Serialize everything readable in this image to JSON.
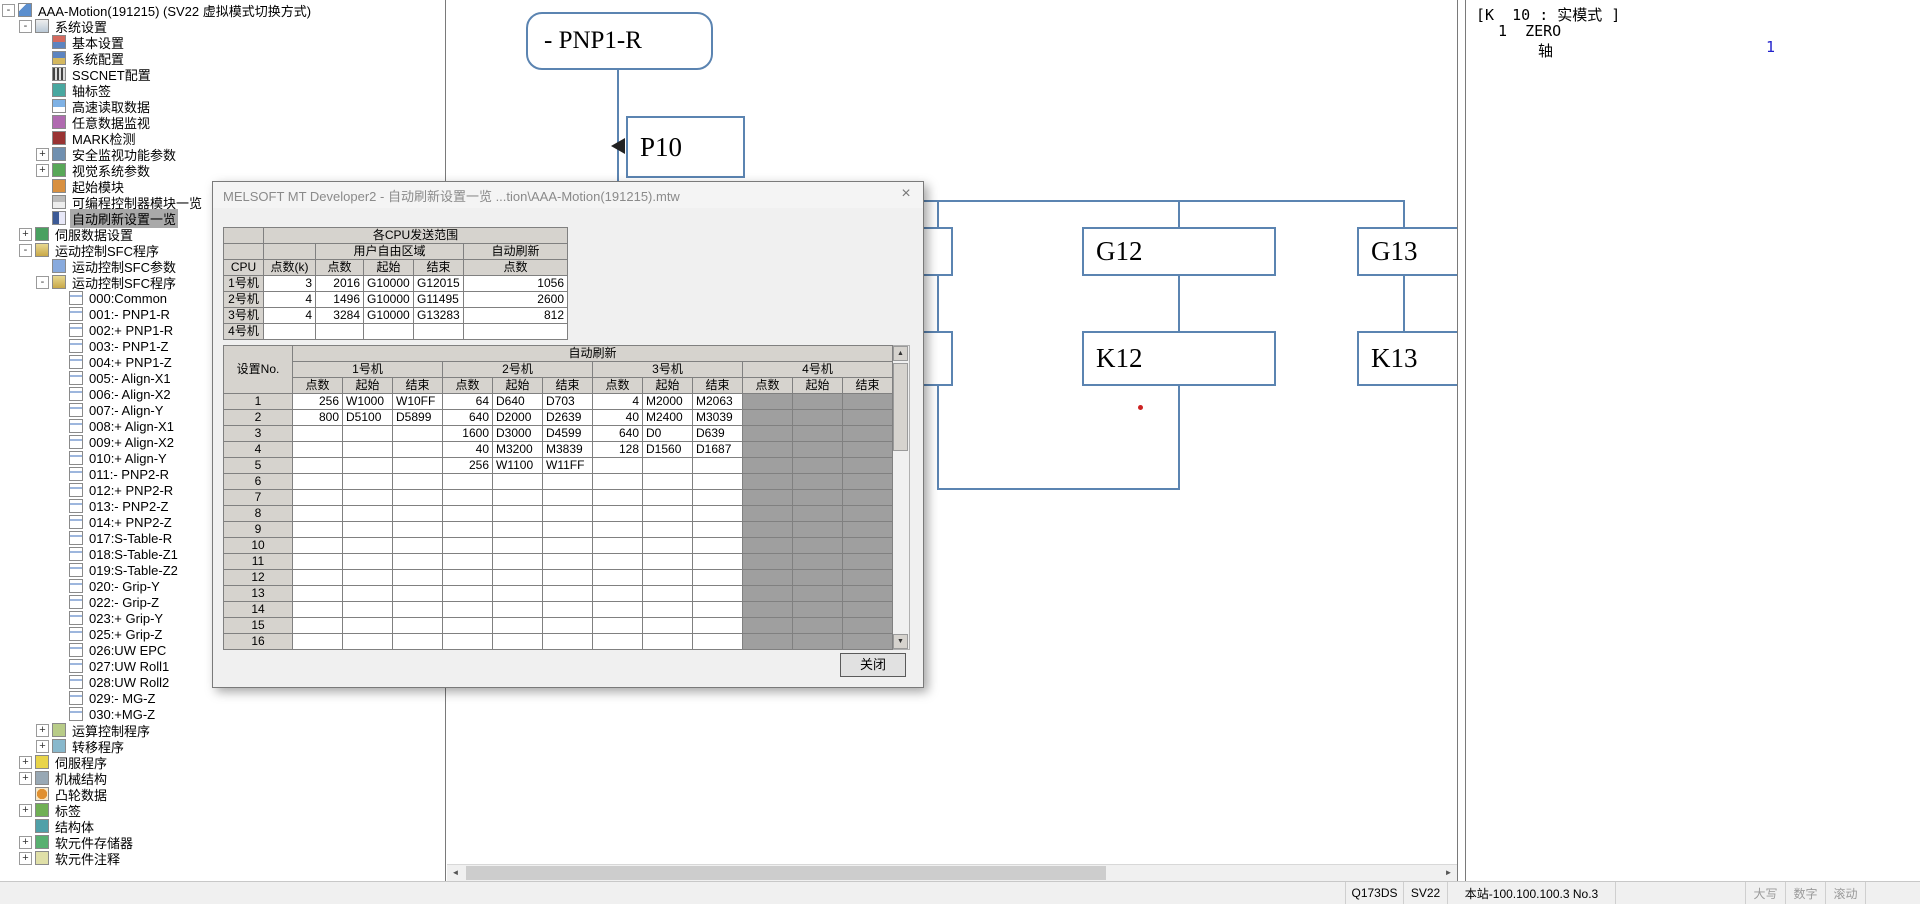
{
  "tree": {
    "expander_expanded": "-",
    "expander_collapsed": "+",
    "items": [
      {
        "label": "AAA-Motion(191215) (SV22 虚拟模式切换方式)",
        "depth": 0,
        "icon": "project",
        "exp": "minus"
      },
      {
        "label": "系统设置",
        "depth": 1,
        "icon": "folder-settings",
        "exp": "minus"
      },
      {
        "label": "基本设置",
        "depth": 2,
        "icon": "basic-settings",
        "exp": ""
      },
      {
        "label": "系统配置",
        "depth": 2,
        "icon": "system-config",
        "exp": ""
      },
      {
        "label": "SSCNET配置",
        "depth": 2,
        "icon": "sscnet",
        "exp": ""
      },
      {
        "label": "轴标签",
        "depth": 2,
        "icon": "axis-label",
        "exp": ""
      },
      {
        "label": "高速读取数据",
        "depth": 2,
        "icon": "highspeed-data",
        "exp": ""
      },
      {
        "label": "任意数据监视",
        "depth": 2,
        "icon": "data-monitor",
        "exp": ""
      },
      {
        "label": "MARK检测",
        "depth": 2,
        "icon": "mark-detect",
        "exp": ""
      },
      {
        "label": "安全监视功能参数",
        "depth": 2,
        "icon": "safety-param",
        "exp": "plus"
      },
      {
        "label": "视觉系统参数",
        "depth": 2,
        "icon": "vision-param",
        "exp": "plus"
      },
      {
        "label": "起始模块",
        "depth": 2,
        "icon": "start-module",
        "exp": ""
      },
      {
        "label": "可编程控制器模块一览",
        "depth": 2,
        "icon": "plc-module-list",
        "exp": ""
      },
      {
        "label": "自动刷新设置一览",
        "depth": 2,
        "icon": "auto-refresh-list",
        "exp": "",
        "selected": true
      },
      {
        "label": "伺服数据设置",
        "depth": 1,
        "icon": "servo-data",
        "exp": "plus"
      },
      {
        "label": "运动控制SFC程序",
        "depth": 1,
        "icon": "sfc-folder",
        "exp": "minus"
      },
      {
        "label": "运动控制SFC参数",
        "depth": 2,
        "icon": "sfc-param",
        "exp": ""
      },
      {
        "label": "运动控制SFC程序",
        "depth": 2,
        "icon": "sfc-folder",
        "exp": "minus"
      },
      {
        "label": "000:Common",
        "depth": 3,
        "icon": "sfc-program",
        "exp": ""
      },
      {
        "label": "001:- PNP1-R",
        "depth": 3,
        "icon": "sfc-program",
        "exp": ""
      },
      {
        "label": "002:+ PNP1-R",
        "depth": 3,
        "icon": "sfc-program",
        "exp": ""
      },
      {
        "label": "003:- PNP1-Z",
        "depth": 3,
        "icon": "sfc-program",
        "exp": ""
      },
      {
        "label": "004:+ PNP1-Z",
        "depth": 3,
        "icon": "sfc-program",
        "exp": ""
      },
      {
        "label": "005:- Align-X1",
        "depth": 3,
        "icon": "sfc-program",
        "exp": ""
      },
      {
        "label": "006:- Align-X2",
        "depth": 3,
        "icon": "sfc-program",
        "exp": ""
      },
      {
        "label": "007:- Align-Y",
        "depth": 3,
        "icon": "sfc-program",
        "exp": ""
      },
      {
        "label": "008:+ Align-X1",
        "depth": 3,
        "icon": "sfc-program",
        "exp": ""
      },
      {
        "label": "009:+ Align-X2",
        "depth": 3,
        "icon": "sfc-program",
        "exp": ""
      },
      {
        "label": "010:+ Align-Y",
        "depth": 3,
        "icon": "sfc-program",
        "exp": ""
      },
      {
        "label": "011:- PNP2-R",
        "depth": 3,
        "icon": "sfc-program",
        "exp": ""
      },
      {
        "label": "012:+ PNP2-R",
        "depth": 3,
        "icon": "sfc-program",
        "exp": ""
      },
      {
        "label": "013:- PNP2-Z",
        "depth": 3,
        "icon": "sfc-program",
        "exp": ""
      },
      {
        "label": "014:+ PNP2-Z",
        "depth": 3,
        "icon": "sfc-program",
        "exp": ""
      },
      {
        "label": "017:S-Table-R",
        "depth": 3,
        "icon": "sfc-program",
        "exp": ""
      },
      {
        "label": "018:S-Table-Z1",
        "depth": 3,
        "icon": "sfc-program",
        "exp": ""
      },
      {
        "label": "019:S-Table-Z2",
        "depth": 3,
        "icon": "sfc-program",
        "exp": ""
      },
      {
        "label": "020:- Grip-Y",
        "depth": 3,
        "icon": "sfc-program",
        "exp": ""
      },
      {
        "label": "022:- Grip-Z",
        "depth": 3,
        "icon": "sfc-program",
        "exp": ""
      },
      {
        "label": "023:+ Grip-Y",
        "depth": 3,
        "icon": "sfc-program",
        "exp": ""
      },
      {
        "label": "025:+ Grip-Z",
        "depth": 3,
        "icon": "sfc-program",
        "exp": ""
      },
      {
        "label": "026:UW EPC",
        "depth": 3,
        "icon": "sfc-program",
        "exp": ""
      },
      {
        "label": "027:UW Roll1",
        "depth": 3,
        "icon": "sfc-program",
        "exp": ""
      },
      {
        "label": "028:UW Roll2",
        "depth": 3,
        "icon": "sfc-program",
        "exp": ""
      },
      {
        "label": "029:- MG-Z",
        "depth": 3,
        "icon": "sfc-program",
        "exp": ""
      },
      {
        "label": "030:+MG-Z",
        "depth": 3,
        "icon": "sfc-program",
        "exp": ""
      },
      {
        "label": "运算控制程序",
        "depth": 2,
        "icon": "op-program",
        "exp": "plus"
      },
      {
        "label": "转移程序",
        "depth": 2,
        "icon": "transfer-program",
        "exp": "plus"
      },
      {
        "label": "伺服程序",
        "depth": 1,
        "icon": "servo-program",
        "exp": "plus"
      },
      {
        "label": "机械结构",
        "depth": 1,
        "icon": "mech-structure",
        "exp": "plus"
      },
      {
        "label": "凸轮数据",
        "depth": 1,
        "icon": "cam-data",
        "exp": ""
      },
      {
        "label": "标签",
        "depth": 1,
        "icon": "label",
        "exp": "plus"
      },
      {
        "label": "结构体",
        "depth": 1,
        "icon": "struct",
        "exp": ""
      },
      {
        "label": "软元件存储器",
        "depth": 1,
        "icon": "device-memory",
        "exp": "plus"
      },
      {
        "label": "软元件注释",
        "depth": 1,
        "icon": "device-comment",
        "exp": "plus"
      }
    ]
  },
  "diagram": {
    "nodes": {
      "pnp1r": "- PNP1-R",
      "p10": "P10",
      "g12": "G12",
      "g13": "G13",
      "k12": "K12",
      "k13": "K13"
    }
  },
  "dialog": {
    "title": "MELSOFT MT Developer2 - 自动刷新设置一览 ...tion\\AAA-Motion(191215).mtw",
    "close_symbol": "×",
    "close_button": "关闭",
    "cpu_table": {
      "header_top": "各CPU发送范围",
      "header_user_area": "用户自由区域",
      "header_auto_refresh": "自动刷新",
      "col_cpu": "CPU",
      "col_points_k": "点数(k)",
      "col_points": "点数",
      "col_start": "起始",
      "col_end": "结束",
      "col_refresh_points": "点数",
      "rows": [
        {
          "cpu": "1号机",
          "points_k": "3",
          "points": "2016",
          "start": "G10000",
          "end": "G12015",
          "refresh": "1056"
        },
        {
          "cpu": "2号机",
          "points_k": "4",
          "points": "1496",
          "start": "G10000",
          "end": "G11495",
          "refresh": "2600"
        },
        {
          "cpu": "3号机",
          "points_k": "4",
          "points": "3284",
          "start": "G10000",
          "end": "G13283",
          "refresh": "812"
        },
        {
          "cpu": "4号机",
          "points_k": "",
          "points": "",
          "start": "",
          "end": "",
          "refresh": ""
        }
      ]
    },
    "refresh_table": {
      "title": "自动刷新",
      "col_no": "设置No.",
      "machines": [
        "1号机",
        "2号机",
        "3号机",
        "4号机"
      ],
      "sub_cols": [
        "点数",
        "起始",
        "结束"
      ],
      "rows": [
        {
          "no": "1",
          "cells": [
            "256",
            "W1000",
            "W10FF",
            "64",
            "D640",
            "D703",
            "4",
            "M2000",
            "M2063",
            "",
            "",
            ""
          ]
        },
        {
          "no": "2",
          "cells": [
            "800",
            "D5100",
            "D5899",
            "640",
            "D2000",
            "D2639",
            "40",
            "M2400",
            "M3039",
            "",
            "",
            ""
          ]
        },
        {
          "no": "3",
          "cells": [
            "",
            "",
            "",
            "1600",
            "D3000",
            "D4599",
            "640",
            "D0",
            "D639",
            "",
            "",
            ""
          ]
        },
        {
          "no": "4",
          "cells": [
            "",
            "",
            "",
            "40",
            "M3200",
            "M3839",
            "128",
            "D1560",
            "D1687",
            "",
            "",
            ""
          ]
        },
        {
          "no": "5",
          "cells": [
            "",
            "",
            "",
            "256",
            "W1100",
            "W11FF",
            "",
            "",
            "",
            "",
            "",
            ""
          ]
        },
        {
          "no": "6",
          "cells": [
            "",
            "",
            "",
            "",
            "",
            "",
            "",
            "",
            "",
            "",
            "",
            ""
          ]
        },
        {
          "no": "7",
          "cells": [
            "",
            "",
            "",
            "",
            "",
            "",
            "",
            "",
            "",
            "",
            "",
            ""
          ]
        },
        {
          "no": "8",
          "cells": [
            "",
            "",
            "",
            "",
            "",
            "",
            "",
            "",
            "",
            "",
            "",
            ""
          ]
        },
        {
          "no": "9",
          "cells": [
            "",
            "",
            "",
            "",
            "",
            "",
            "",
            "",
            "",
            "",
            "",
            ""
          ]
        },
        {
          "no": "10",
          "cells": [
            "",
            "",
            "",
            "",
            "",
            "",
            "",
            "",
            "",
            "",
            "",
            ""
          ]
        },
        {
          "no": "11",
          "cells": [
            "",
            "",
            "",
            "",
            "",
            "",
            "",
            "",
            "",
            "",
            "",
            ""
          ]
        },
        {
          "no": "12",
          "cells": [
            "",
            "",
            "",
            "",
            "",
            "",
            "",
            "",
            "",
            "",
            "",
            ""
          ]
        },
        {
          "no": "13",
          "cells": [
            "",
            "",
            "",
            "",
            "",
            "",
            "",
            "",
            "",
            "",
            "",
            ""
          ]
        },
        {
          "no": "14",
          "cells": [
            "",
            "",
            "",
            "",
            "",
            "",
            "",
            "",
            "",
            "",
            "",
            ""
          ]
        },
        {
          "no": "15",
          "cells": [
            "",
            "",
            "",
            "",
            "",
            "",
            "",
            "",
            "",
            "",
            "",
            ""
          ]
        },
        {
          "no": "16",
          "cells": [
            "",
            "",
            "",
            "",
            "",
            "",
            "",
            "",
            "",
            "",
            "",
            ""
          ]
        }
      ]
    }
  },
  "right_panel": {
    "line1": "[K  10 : 实模式 ]",
    "line2": "1  ZERO",
    "line3": "轴",
    "value": "1"
  },
  "statusbar": {
    "cpu_type": "Q173DS",
    "os_type": "SV22",
    "connection": "本站-100.100.100.3 No.3",
    "caps": "大写",
    "num": "数字",
    "scroll": "滚动"
  },
  "scrollbar": {
    "up": "▲",
    "down": "▼",
    "left": "◄",
    "right": "►"
  }
}
